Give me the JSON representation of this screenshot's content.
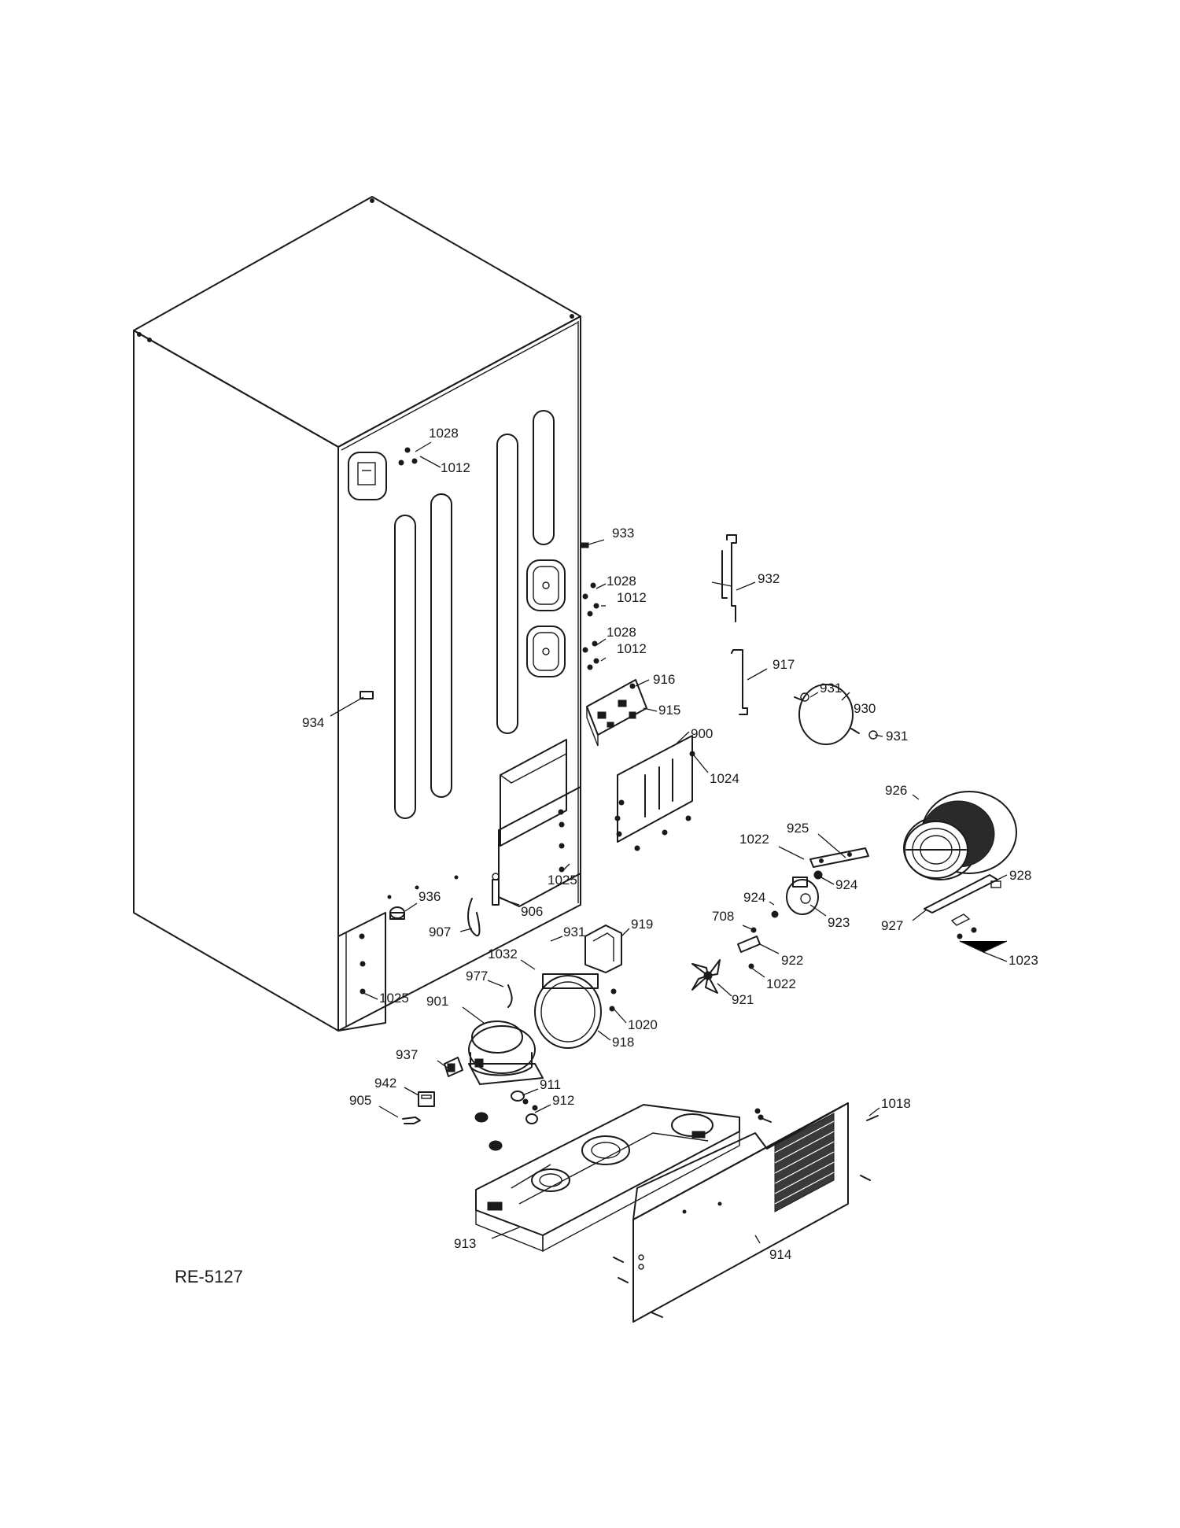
{
  "diagram_code": "RE-5127",
  "callouts": [
    {
      "label": "1028"
    },
    {
      "label": "1012"
    },
    {
      "label": "933"
    },
    {
      "label": "932"
    },
    {
      "label": "1028"
    },
    {
      "label": "1012"
    },
    {
      "label": "1028"
    },
    {
      "label": "1012"
    },
    {
      "label": "917"
    },
    {
      "label": "916"
    },
    {
      "label": "931"
    },
    {
      "label": "930"
    },
    {
      "label": "915"
    },
    {
      "label": "931"
    },
    {
      "label": "900"
    },
    {
      "label": "934"
    },
    {
      "label": "1024"
    },
    {
      "label": "926"
    },
    {
      "label": "925"
    },
    {
      "label": "1022"
    },
    {
      "label": "924"
    },
    {
      "label": "1025"
    },
    {
      "label": "928"
    },
    {
      "label": "936"
    },
    {
      "label": "924"
    },
    {
      "label": "906"
    },
    {
      "label": "708"
    },
    {
      "label": "923"
    },
    {
      "label": "927"
    },
    {
      "label": "907"
    },
    {
      "label": "931"
    },
    {
      "label": "919"
    },
    {
      "label": "1023"
    },
    {
      "label": "1032"
    },
    {
      "label": "922"
    },
    {
      "label": "977"
    },
    {
      "label": "1022"
    },
    {
      "label": "1025"
    },
    {
      "label": "921"
    },
    {
      "label": "901"
    },
    {
      "label": "1020"
    },
    {
      "label": "918"
    },
    {
      "label": "937"
    },
    {
      "label": "942"
    },
    {
      "label": "911"
    },
    {
      "label": "905"
    },
    {
      "label": "912"
    },
    {
      "label": "1018"
    },
    {
      "label": "913"
    },
    {
      "label": "914"
    }
  ]
}
